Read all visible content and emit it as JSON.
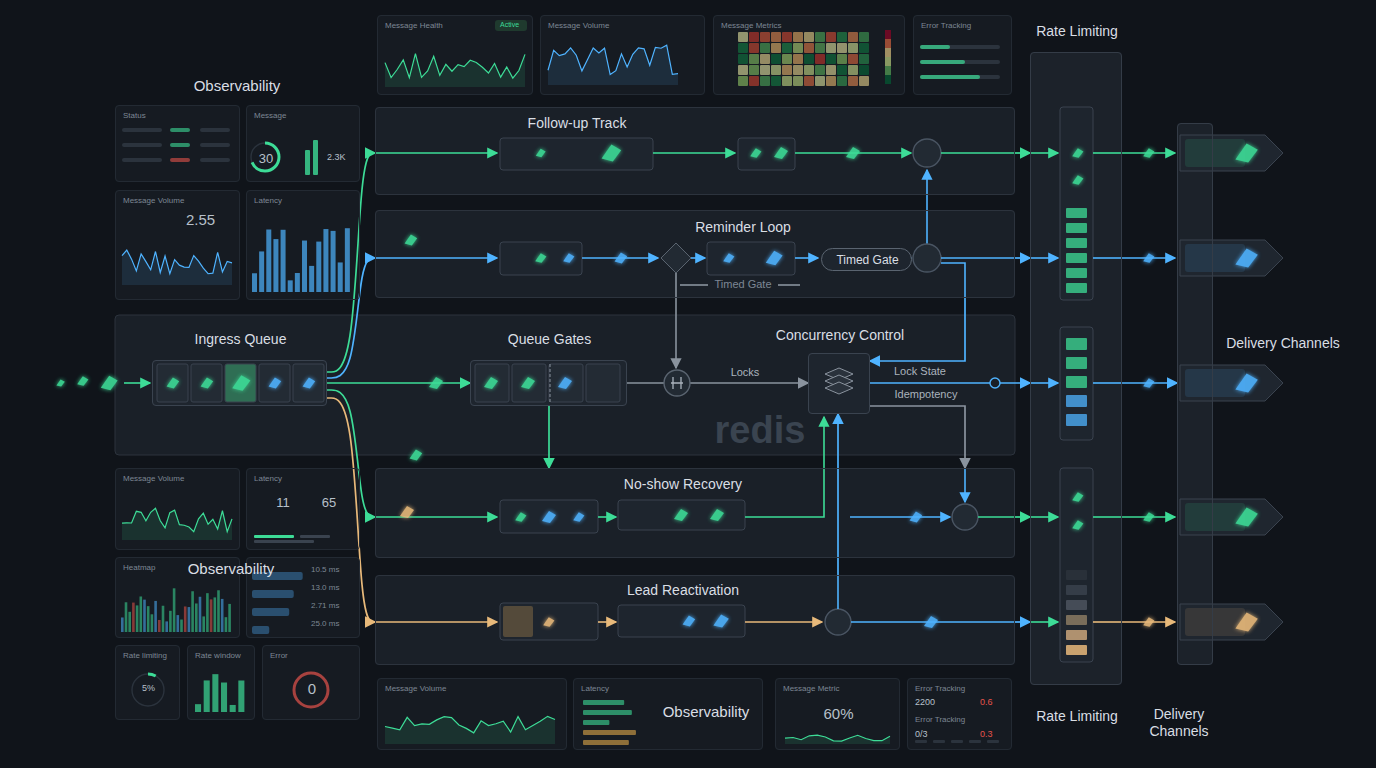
{
  "diagram": {
    "nodes": [
      {
        "text": [
          "Message Health",
          "Active"
        ]
      },
      {
        "text": [
          "Message Volume"
        ]
      },
      {
        "text": [
          "Message Metrics"
        ]
      },
      {
        "text": [
          "Error Tracking"
        ]
      },
      {
        "text": [
          "Rate Limiting",
          "Rate Limiting"
        ]
      },
      {
        "text": [
          "Delivery Channels",
          "Delivery Channels"
        ]
      },
      {
        "text": [
          "Status"
        ]
      },
      {
        "text": [
          "Message",
          "30",
          "2.3K"
        ]
      },
      {
        "text": [
          "Message Volume",
          "2.55"
        ]
      },
      {
        "text": [
          "Latency"
        ]
      },
      {
        "text": [
          "Follow-up Track"
        ]
      },
      {
        "text": [
          "Reminder Loop"
        ]
      },
      {
        "text": [
          "Timed Gate"
        ],
        "in": 11
      },
      {
        "text": [
          "Ingress Queue"
        ]
      },
      {
        "text": [
          "Queue Gates"
        ]
      },
      {
        "text": [
          "Concurrency Control"
        ]
      },
      {
        "text": [
          "No-show Recovery"
        ]
      },
      {
        "text": [
          "Lead Reactivation"
        ]
      },
      {
        "text": [
          "Message Volume"
        ]
      },
      {
        "text": [
          "Latency",
          "11",
          "65"
        ]
      },
      {
        "text": [
          "Heatmap"
        ]
      },
      {
        "text": [
          "10.5 ms",
          "13.0 ms",
          "2.71 ms",
          "25.0 ms"
        ]
      },
      {
        "text": [
          "Rate limiting",
          "5%"
        ]
      },
      {
        "text": [
          "Rate window"
        ]
      },
      {
        "text": [
          "Error",
          "0"
        ]
      },
      {
        "text": [
          "Message Volume"
        ]
      },
      {
        "text": [
          "Latency"
        ]
      },
      {
        "text": [
          "Message Metric",
          "60%"
        ]
      },
      {
        "text": [
          "Error Tracking",
          "2200",
          "0.6",
          "Error Tracking",
          "0/3",
          "0.3"
        ]
      }
    ],
    "edges": [
      {
        "from": 13,
        "to": 10,
        "arrow": "to"
      },
      {
        "from": 13,
        "to": 11,
        "arrow": "to"
      },
      {
        "from": 13,
        "to": 14,
        "arrow": "to"
      },
      {
        "from": 13,
        "to": 16,
        "arrow": "to"
      },
      {
        "from": 13,
        "to": 17,
        "arrow": "to"
      },
      {
        "from": 14,
        "to": 15,
        "label": "Locks",
        "arrow": "to"
      },
      {
        "from": 14,
        "to": 16,
        "arrow": "to"
      },
      {
        "from": 11,
        "to": 15,
        "label": "Lock State",
        "arrow": "to"
      },
      {
        "from": 15,
        "to": 16,
        "label": "Idempotency",
        "arrow": "to"
      },
      {
        "from": 17,
        "to": 15,
        "arrow": "to"
      },
      {
        "from": 10,
        "to": 4,
        "arrow": "to"
      },
      {
        "from": 11,
        "to": 4,
        "arrow": "to"
      },
      {
        "from": 15,
        "to": 4,
        "arrow": "to"
      },
      {
        "from": 16,
        "to": 4,
        "arrow": "to"
      },
      {
        "from": 17,
        "to": 4,
        "arrow": "to"
      },
      {
        "from": 4,
        "to": 5,
        "arrow": "to"
      }
    ],
    "labels": [
      "Observability",
      "Observability",
      "Observability",
      "Timed Gate",
      "redis"
    ]
  }
}
